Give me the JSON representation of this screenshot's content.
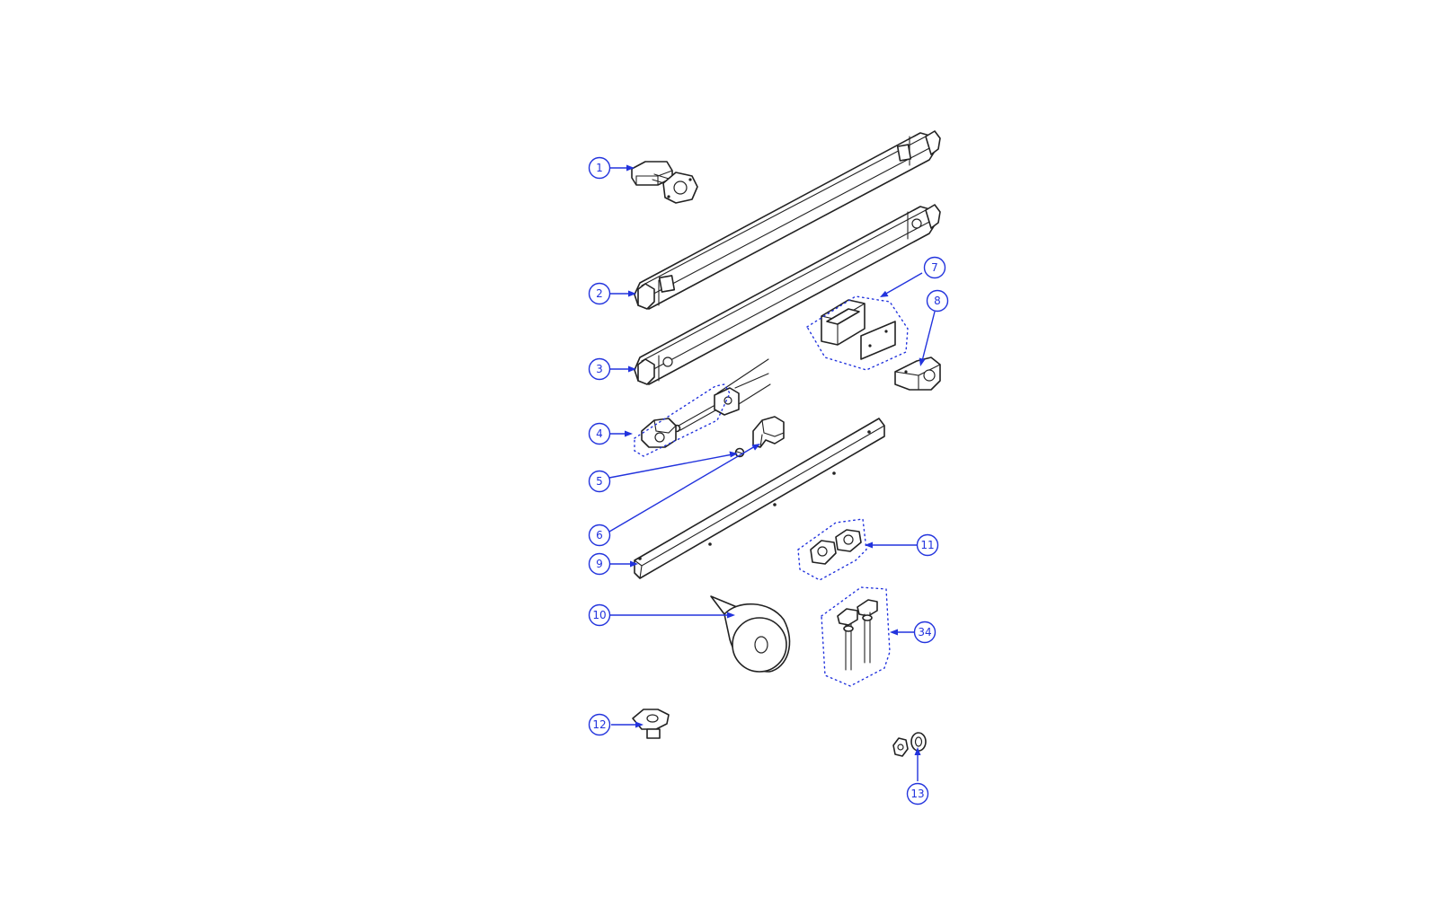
{
  "diagram": {
    "type": "exploded-parts-view",
    "accent_color": "#2233dd",
    "line_color": "#222222",
    "callouts": [
      "1",
      "2",
      "3",
      "4",
      "5",
      "6",
      "7",
      "8",
      "9",
      "10",
      "11",
      "12",
      "13",
      "34"
    ]
  }
}
